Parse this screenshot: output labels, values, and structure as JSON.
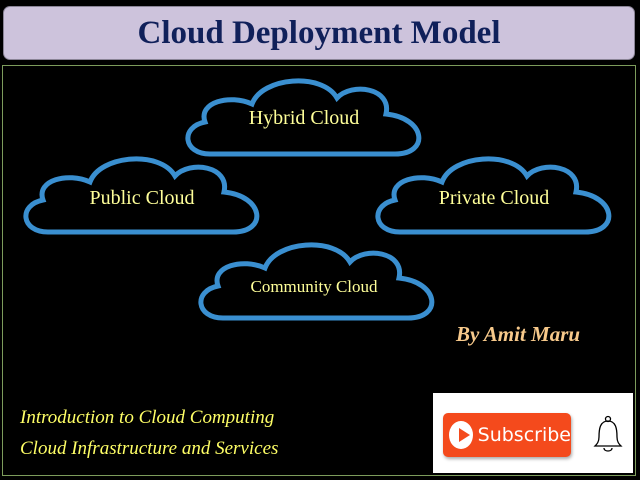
{
  "title": "Cloud Deployment Model",
  "clouds": [
    {
      "label": "Hybrid Cloud"
    },
    {
      "label": "Public Cloud"
    },
    {
      "label": "Private Cloud"
    },
    {
      "label": "Community Cloud"
    }
  ],
  "author": "By Amit Maru",
  "subtitles": [
    "Introduction to Cloud Computing",
    "Cloud Infrastructure and Services"
  ],
  "subscribe": {
    "label": "Subscribe",
    "icons": [
      "play-icon",
      "bell-icon"
    ]
  },
  "colors": {
    "cloud_stroke": "#3a8fd0",
    "cloud_text": "#ffff99",
    "title_bg": "#cdc3dc",
    "title_text": "#10205a",
    "subscribe": "#f44a1c"
  }
}
